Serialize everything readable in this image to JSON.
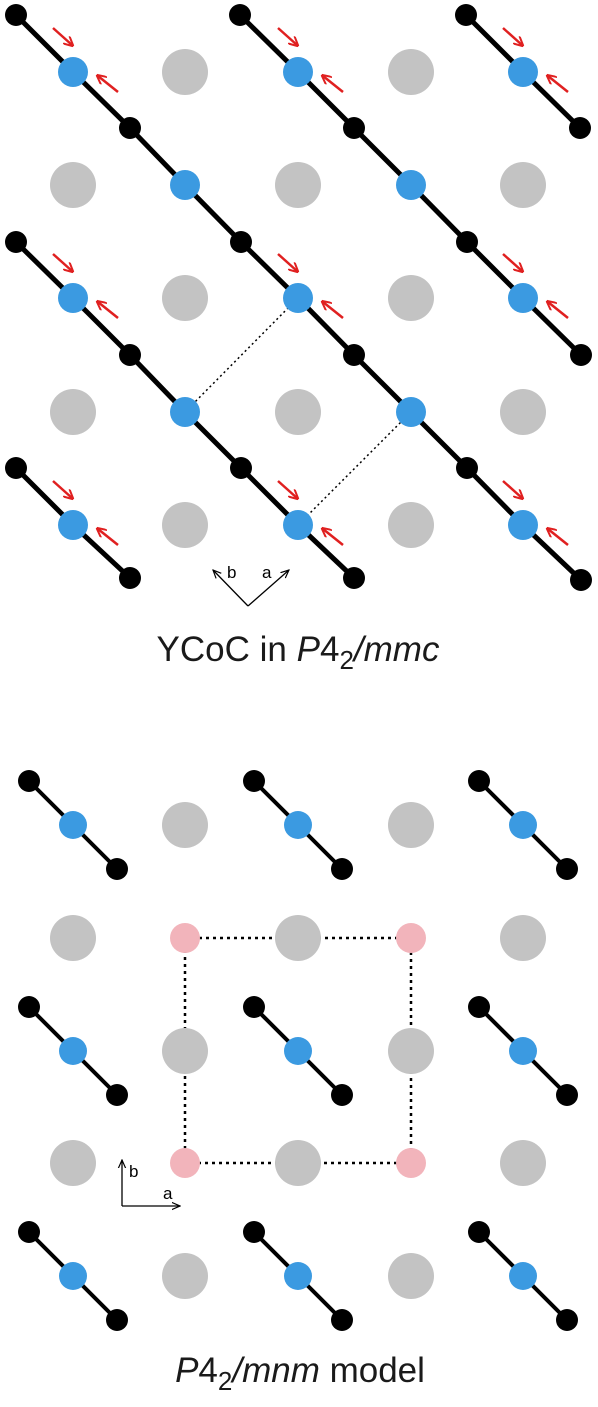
{
  "panels": [
    {
      "id": "top",
      "caption_main": "YCoC in ",
      "caption_sg_pre": "P",
      "caption_sg_num": "4",
      "caption_sg_sub": "2",
      "caption_sg_post": "/mmc",
      "axes": {
        "first": "b",
        "second": "a"
      }
    },
    {
      "id": "bottom",
      "caption_sg_pre": "P",
      "caption_sg_num": "4",
      "caption_sg_sub": "2",
      "caption_sg_post": "/mnm",
      "caption_main": " model",
      "axes": {
        "first": "b",
        "second": "a"
      }
    }
  ],
  "colors": {
    "chain_atom": "#000000",
    "bond": "#000000",
    "center_atom": "#3b9ae1",
    "grey_atom": "#c3c3c3",
    "pink_atom": "#f2b4bb",
    "arrow": "#e02020",
    "cell_line": "#000000"
  }
}
